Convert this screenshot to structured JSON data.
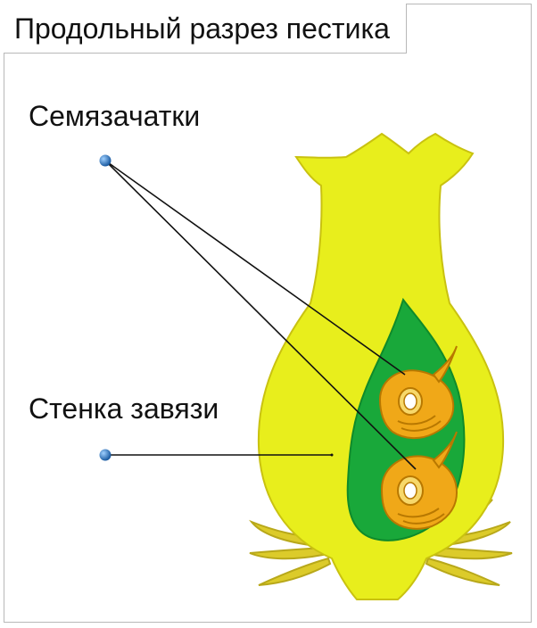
{
  "title": "Продольный разрез пестика",
  "labels": {
    "ovules": "Семязачатки",
    "ovary_wall": "Стенка завязи"
  },
  "colors": {
    "outer_yellow": "#e8ee1c",
    "inner_green": "#19a83a",
    "ovule_orange": "#f0a818",
    "ovule_outline": "#b87800",
    "leader_line": "#111111",
    "dot": "#1a6ab8"
  }
}
